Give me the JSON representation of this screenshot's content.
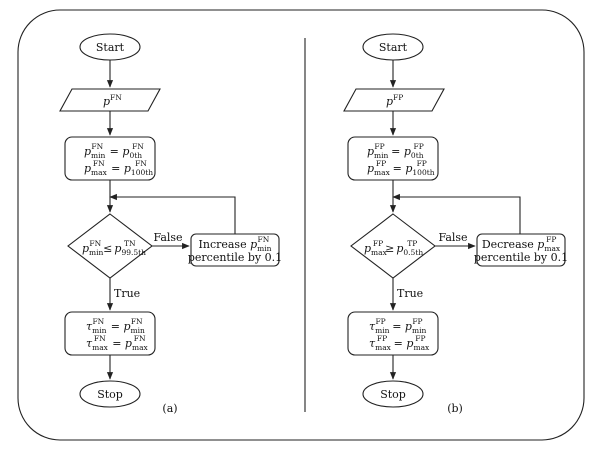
{
  "panel_a": {
    "start": "Start",
    "input": {
      "var": "p",
      "sup": "FN"
    },
    "init": {
      "l1": {
        "lhs": "p",
        "lhs_sub": "min",
        "lhs_sup": "FN",
        "rhs": "p",
        "rhs_sub": "0th",
        "rhs_sup": "FN"
      },
      "l2": {
        "lhs": "p",
        "lhs_sub": "max",
        "lhs_sup": "FN",
        "rhs": "p",
        "rhs_sub": "100th",
        "rhs_sup": "FN"
      }
    },
    "decision": {
      "lhs": "p",
      "lhs_sub": "min",
      "lhs_sup": "FN",
      "op": "≤",
      "rhs": "p",
      "rhs_sub": "99.5th",
      "rhs_sup": "TN"
    },
    "false_label": "False",
    "true_label": "True",
    "action": {
      "l1_text": "Increase",
      "l1_var": "p",
      "l1_sub": "min",
      "l1_sup": "FN",
      "l2": "percentile by 0.1"
    },
    "result": {
      "l1": {
        "lhs": "τ",
        "lhs_sub": "min",
        "lhs_sup": "FN",
        "rhs": "p",
        "rhs_sub": "min",
        "rhs_sup": "FN"
      },
      "l2": {
        "lhs": "τ",
        "lhs_sub": "max",
        "lhs_sup": "FN",
        "rhs": "p",
        "rhs_sub": "max",
        "rhs_sup": "FN"
      }
    },
    "stop": "Stop",
    "caption": "(a)"
  },
  "panel_b": {
    "start": "Start",
    "input": {
      "var": "p",
      "sup": "FP"
    },
    "init": {
      "l1": {
        "lhs": "p",
        "lhs_sub": "min",
        "lhs_sup": "FP",
        "rhs": "p",
        "rhs_sub": "0th",
        "rhs_sup": "FP"
      },
      "l2": {
        "lhs": "p",
        "lhs_sub": "max",
        "lhs_sup": "FP",
        "rhs": "p",
        "rhs_sub": "100th",
        "rhs_sup": "FP"
      }
    },
    "decision": {
      "lhs": "p",
      "lhs_sub": "max",
      "lhs_sup": "FP",
      "op": "≥",
      "rhs": "p",
      "rhs_sub": "0.5th",
      "rhs_sup": "TP"
    },
    "false_label": "False",
    "true_label": "True",
    "action": {
      "l1_text": "Decrease",
      "l1_var": "p",
      "l1_sub": "max",
      "l1_sup": "FP",
      "l2": "percentile by 0.1"
    },
    "result": {
      "l1": {
        "lhs": "τ",
        "lhs_sub": "min",
        "lhs_sup": "FP",
        "rhs": "p",
        "rhs_sub": "min",
        "rhs_sup": "FP"
      },
      "l2": {
        "lhs": "τ",
        "lhs_sub": "max",
        "lhs_sup": "FP",
        "rhs": "p",
        "rhs_sub": "max",
        "rhs_sup": "FP"
      }
    },
    "stop": "Stop",
    "caption": "(b)"
  }
}
